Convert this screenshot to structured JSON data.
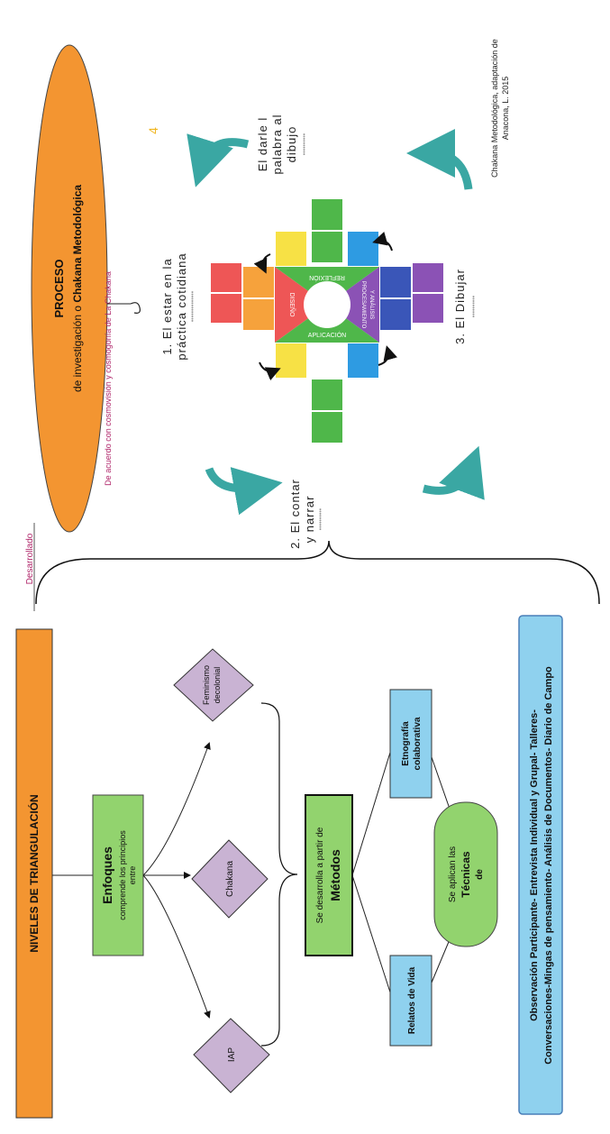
{
  "proceso": {
    "title": "PROCESO",
    "subtitle_prefix": "de investigación o ",
    "subtitle_bold": "Chakana Metodológica",
    "note": "De acuerdo con cosmovisión y cosmogonía de La Chakana",
    "connector": "Desarrollado"
  },
  "citation": {
    "line1": "Chakana Metodológica, adaptación de",
    "line2": "Anacona, L. 2015"
  },
  "chakana": {
    "step1_line1": "1. El estar en la",
    "step1_line2": "práctica cotidiana",
    "step2_line1": "2. El contar",
    "step2_line2": "y narrar",
    "step3": "3. El Dibujar",
    "step4_line1": "El darle l",
    "step4_line2": "palabra al",
    "step4_line3": "dibujo",
    "number_mark": "4",
    "dots": "••••••••••",
    "dots_long": "••••••••••••••",
    "sector_diseno": "DISEÑO",
    "sector_reflexion": "REFLEXIÓN",
    "sector_procesamiento": "PROCESAMIENTO",
    "sector_analisis": "Y ANÁLISIS",
    "sector_aplicacion": "APLICACIÓN"
  },
  "niveles": {
    "title": "NIVELES DE TRIANGULACIÓN"
  },
  "enfoques": {
    "title": "Enfoques",
    "line1": "comprende los principios",
    "line2": "entre"
  },
  "diamonds": {
    "iap": "IAP",
    "chakana": "Chakana",
    "feminismo_1": "Feminismo",
    "feminismo_2": "decolonial"
  },
  "metodos": {
    "line1": "Se desarrolla a partir de",
    "title": "Métodos"
  },
  "methods": {
    "relatos": "Relatos de Vida",
    "etnografia_1": "Etnografía",
    "etnografia_2": "colaborativa"
  },
  "tecnicas": {
    "line1": "Se aplican las",
    "title": "Técnicas",
    "line3": "de"
  },
  "techniques": {
    "line1": "Observación Participante- Entrevista Individual y Grupal- Talleres-",
    "line2": "Conversaciones-Mingas de pensamiento- Análisis de Documentos- Diario de Campo"
  },
  "colors": {
    "orange": "#f39531",
    "green_box": "#92d36e",
    "lilac": "#c9b3d3",
    "blue_box": "#8fd1ee",
    "teal_arrow": "#3aa7a3",
    "pink_note": "#b0266a"
  }
}
